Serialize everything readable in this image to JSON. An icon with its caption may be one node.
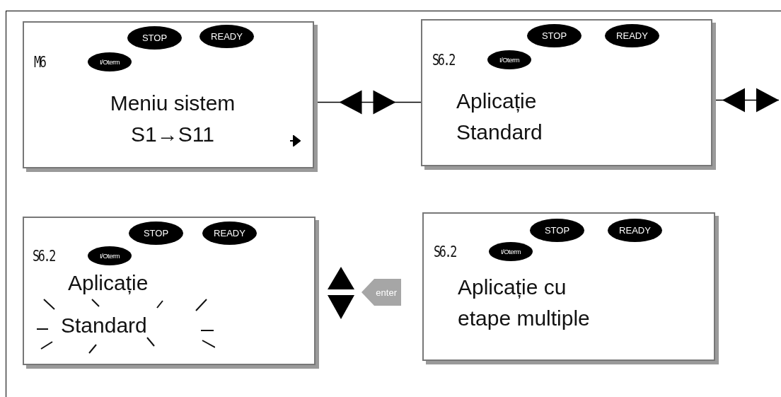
{
  "diagram": {
    "nodes": [
      {
        "text": [
          "M6",
          "Meniu sistem S1→S11"
        ]
      },
      {
        "text": [
          "STOP"
        ],
        "in": 0
      },
      {
        "text": [
          "READY"
        ],
        "in": 0
      },
      {
        "text": [
          "I/Oterm"
        ],
        "in": 0
      },
      {
        "text": [
          "S6.2",
          "Aplicație Standard"
        ]
      },
      {
        "text": [
          "STOP"
        ],
        "in": 4
      },
      {
        "text": [
          "READY"
        ],
        "in": 4
      },
      {
        "text": [
          "I/Oterm"
        ],
        "in": 4
      },
      {
        "text": [
          "S6.2",
          "Aplicație",
          "Standard"
        ]
      },
      {
        "text": [
          "STOP"
        ],
        "in": 8
      },
      {
        "text": [
          "READY"
        ],
        "in": 8
      },
      {
        "text": [
          "I/Oterm"
        ],
        "in": 8
      },
      {
        "text": [
          "S6.2",
          "Aplicație cu etape multiple"
        ]
      },
      {
        "text": [
          "STOP"
        ],
        "in": 12
      },
      {
        "text": [
          "READY"
        ],
        "in": 12
      },
      {
        "text": [
          "I/Oterm"
        ],
        "in": 12
      },
      {
        "text": [
          "enter"
        ]
      }
    ],
    "edges": [
      {
        "from": 0,
        "to": 4,
        "arrow": "both"
      },
      {
        "from": 4,
        "to": null,
        "arrow": "both"
      }
    ]
  }
}
